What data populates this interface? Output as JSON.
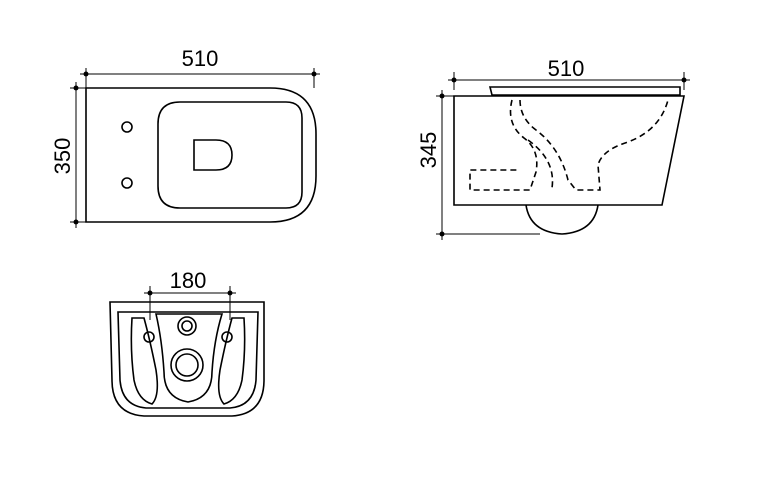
{
  "top_view": {
    "width_label": "510",
    "depth_label": "350"
  },
  "side_view": {
    "width_label": "510",
    "height_label": "345"
  },
  "rear_view": {
    "spacing_label": "180"
  }
}
